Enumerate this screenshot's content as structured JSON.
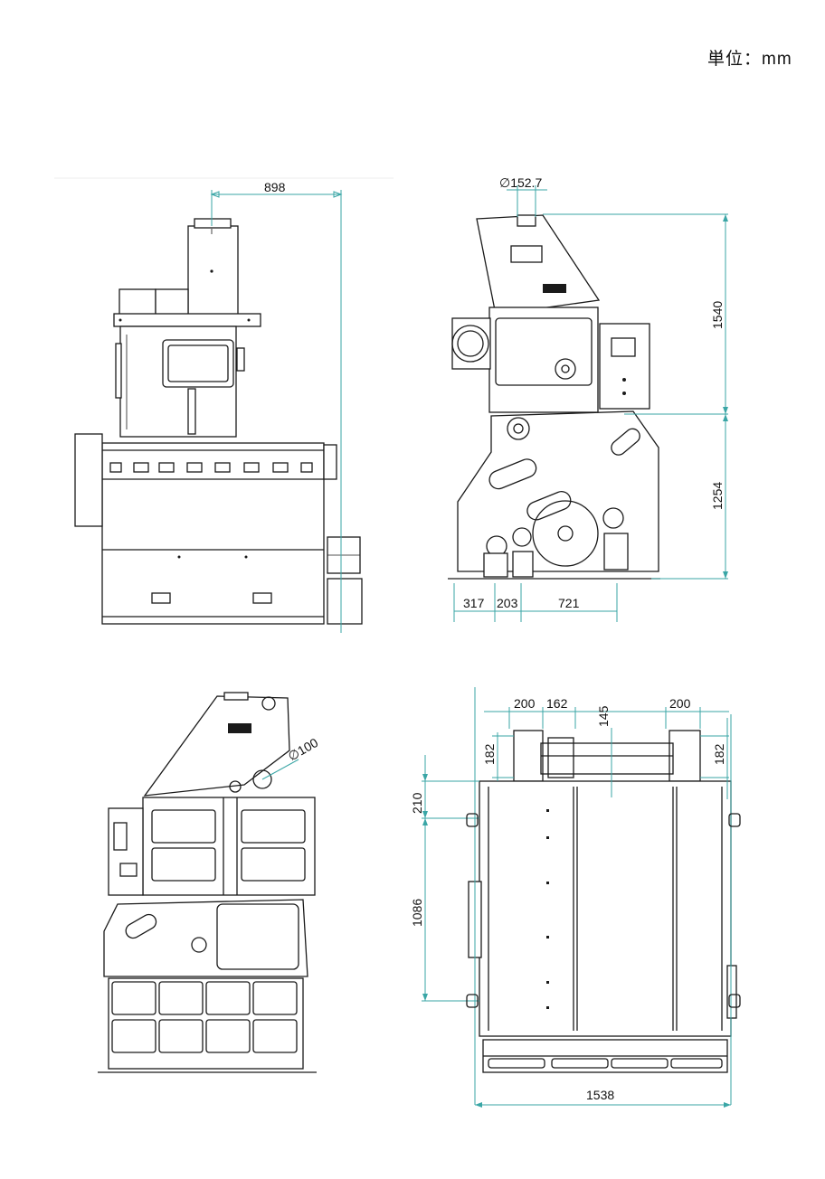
{
  "unit_label": "単位：mm",
  "dimensions": {
    "front_width": "898",
    "top_dia": "∅152.7",
    "side_upper_height": "1540",
    "side_lower_height": "1254",
    "side_base_a": "317",
    "side_base_b": "203",
    "side_base_c": "721",
    "rear_dia": "∅100",
    "plan_top_a": "200",
    "plan_top_b": "162",
    "plan_top_c": "200",
    "plan_inner": "145",
    "plan_left_small": "182",
    "plan_right_small": "182",
    "plan_left_a": "210",
    "plan_left_b": "1086",
    "plan_bottom": "1538"
  },
  "colors": {
    "line": "#1a1a1a",
    "dimension": "#3aa6a6"
  }
}
